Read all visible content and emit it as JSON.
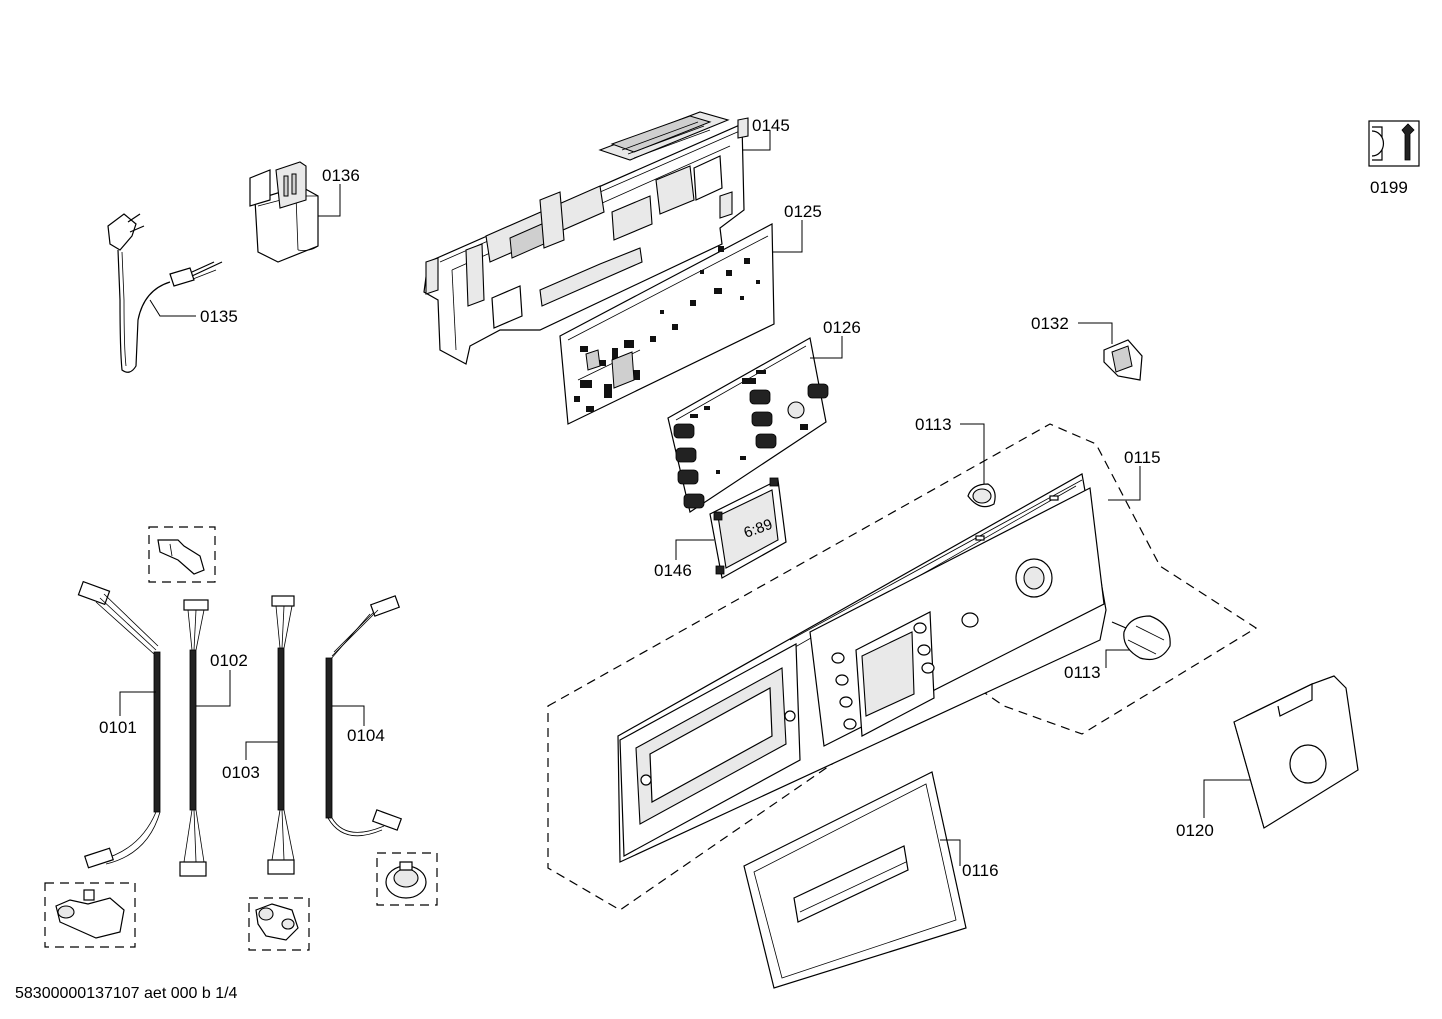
{
  "parts": {
    "p0145": "0145",
    "p0136": "0136",
    "p0125": "0125",
    "p0135": "0135",
    "p0126": "0126",
    "p0132": "0132",
    "p0113a": "0113",
    "p0115": "0115",
    "p0146": "0146",
    "p0102": "0102",
    "p0101": "0101",
    "p0104": "0104",
    "p0103": "0103",
    "p0113b": "0113",
    "p0120": "0120",
    "p0116": "0116",
    "p0199": "0199"
  },
  "display": {
    "digits": "6:89"
  },
  "footer": {
    "code": "58300000137107 aet 000 b 1/4"
  }
}
